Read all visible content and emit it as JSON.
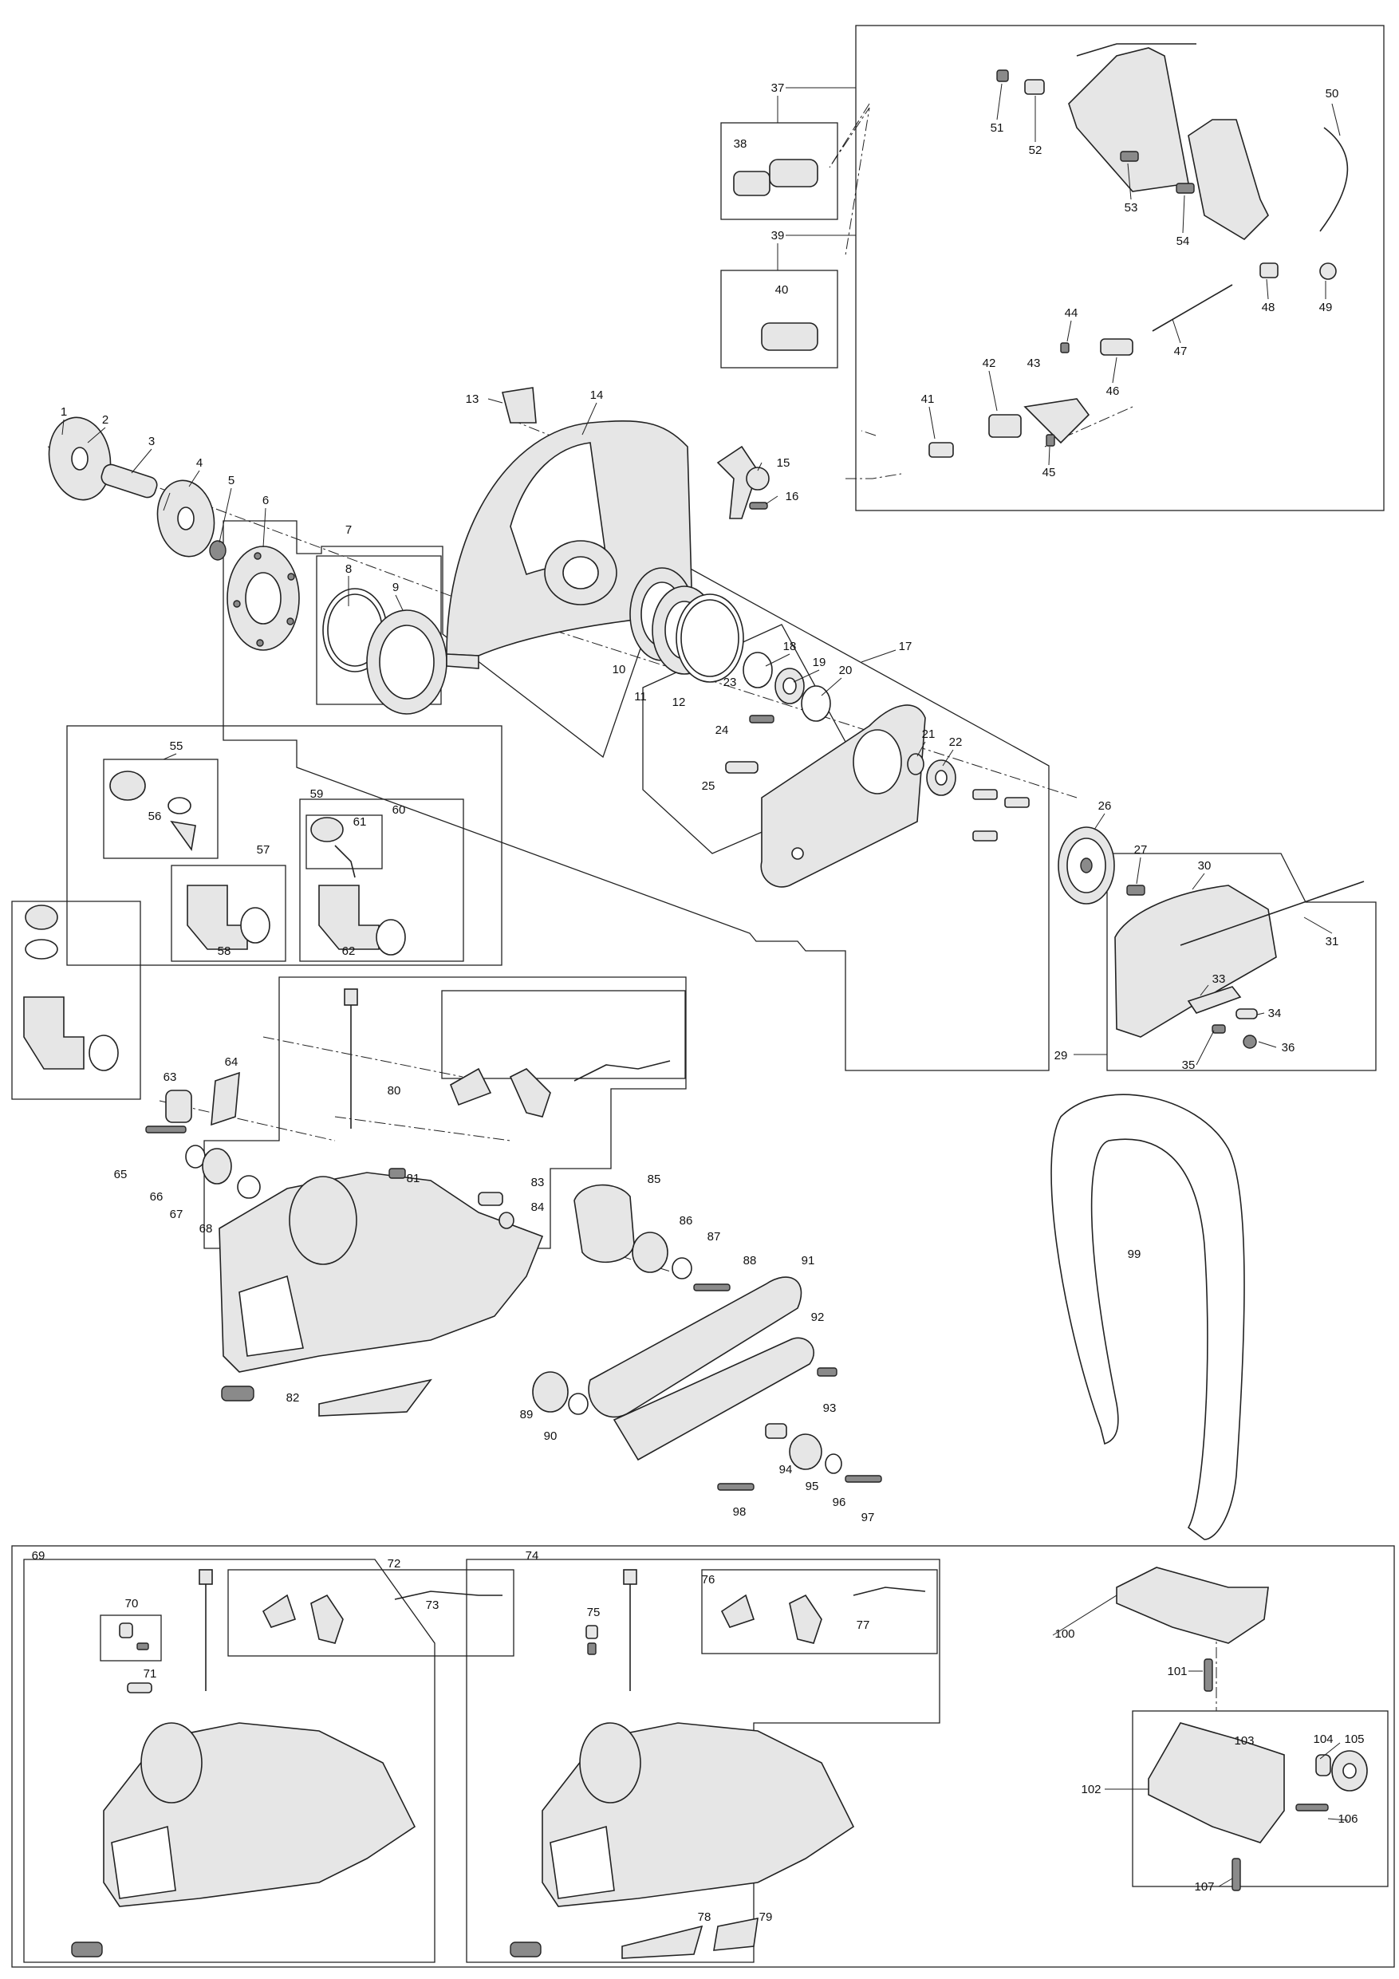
{
  "diagram": {
    "labels": [
      "1",
      "2",
      "3",
      "4",
      "5",
      "6",
      "7",
      "8",
      "9",
      "10",
      "11",
      "12",
      "13",
      "14",
      "15",
      "16",
      "17",
      "18",
      "19",
      "20",
      "21",
      "22",
      "23",
      "24",
      "25",
      "26",
      "27",
      "29",
      "30",
      "31",
      "33",
      "34",
      "35",
      "36",
      "37",
      "38",
      "39",
      "40",
      "41",
      "42",
      "43",
      "44",
      "45",
      "46",
      "47",
      "48",
      "49",
      "50",
      "51",
      "52",
      "53",
      "54",
      "55",
      "56",
      "57",
      "58",
      "59",
      "60",
      "61",
      "62",
      "63",
      "64",
      "65",
      "66",
      "67",
      "68",
      "69",
      "70",
      "71",
      "72",
      "73",
      "74",
      "75",
      "76",
      "77",
      "78",
      "79",
      "80",
      "81",
      "82",
      "83",
      "84",
      "85",
      "86",
      "87",
      "88",
      "89",
      "90",
      "91",
      "92",
      "93",
      "94",
      "95",
      "96",
      "97",
      "98",
      "99",
      "100",
      "101",
      "102",
      "103",
      "104",
      "105",
      "106",
      "107"
    ]
  }
}
